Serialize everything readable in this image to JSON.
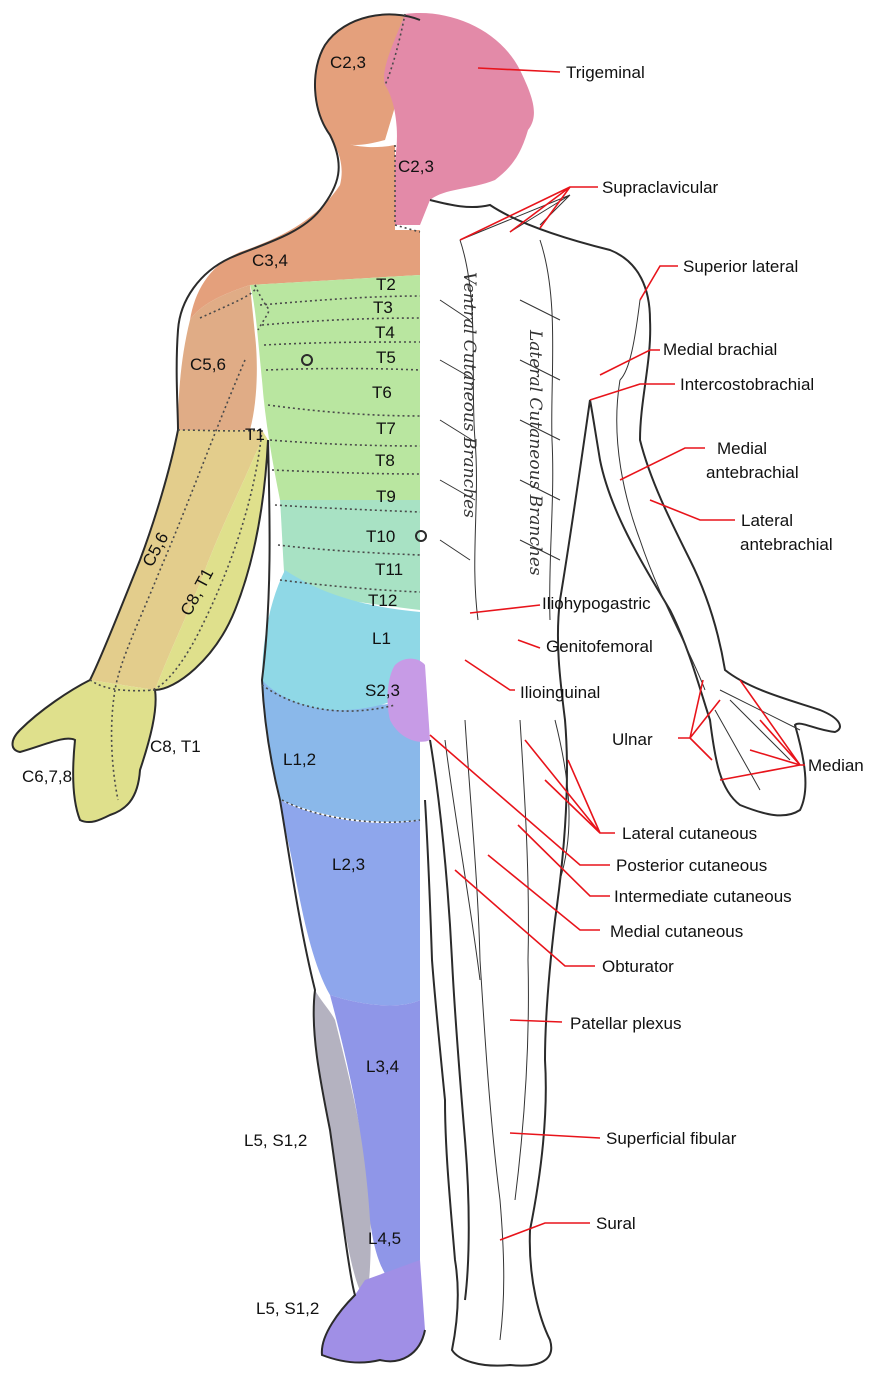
{
  "dermatomes": {
    "c23_top": "C2,3",
    "c23_neck": "C2,3",
    "c34": "C3,4",
    "c56_shoulder": "C5,6",
    "t1_arm": "T1",
    "c56_arm": "C5,6",
    "c8t1_arm": "C8, T1",
    "c8t1_hand": "C8, T1",
    "c678": "C6,7,8",
    "t2": "T2",
    "t3": "T3",
    "t4": "T4",
    "t5": "T5",
    "t6": "T6",
    "t7": "T7",
    "t8": "T8",
    "t9": "T9",
    "t10": "T10",
    "t11": "T11",
    "t12": "T12",
    "l1": "L1",
    "s23": "S2,3",
    "l12": "L1,2",
    "l23": "L2,3",
    "l34": "L3,4",
    "l5s12_calf": "L5, S1,2",
    "l45": "L4,5",
    "l5s12_foot": "L5, S1,2"
  },
  "nerves": {
    "trigeminal": "Trigeminal",
    "supraclavicular": "Supraclavicular",
    "superior_lateral": "Superior lateral",
    "medial_brachial": "Medial brachial",
    "intercostobrachial": "Intercostobrachial",
    "medial_ante_1": "Medial",
    "medial_ante_2": "antebrachial",
    "lateral_ante_1": "Lateral",
    "lateral_ante_2": "antebrachial",
    "iliohypogastric": "Iliohypogastric",
    "genitofemoral": "Genitofemoral",
    "ilioinguinal": "Ilioinguinal",
    "ulnar": "Ulnar",
    "median": "Median",
    "lateral_cutaneous": "Lateral cutaneous",
    "posterior_cutaneous": "Posterior cutaneous",
    "intermediate_cutaneous": "Intermediate cutaneous",
    "medial_cutaneous": "Medial cutaneous",
    "obturator": "Obturator",
    "patellar_plexus": "Patellar plexus",
    "superficial_fibular": "Superficial fibular",
    "sural": "Sural"
  },
  "script_text": {
    "ventral": "Ventral Cutaneous Branches",
    "lateral": "Lateral Cutaneous Branches"
  },
  "colors": {
    "head_pink": "#e38aa8",
    "neck_orange": "#e4a07c",
    "shoulder_orange": "#e0ac86",
    "arm_tan": "#e3cd8c",
    "hand_yellow": "#dfe08c",
    "thorax_green": "#b9e6a0",
    "lower_thorax_teal": "#a8e2c4",
    "abdomen_cyan": "#8fd8e6",
    "thigh_blue": "#8ab8ea",
    "thigh_lower_blue": "#8ea6ec",
    "shin_purple": "#8f96e8",
    "foot_violet": "#a08fe6",
    "genital_purple": "#c79be6",
    "calf_grey": "#b4b2c0",
    "leader_red": "#e8141b"
  }
}
